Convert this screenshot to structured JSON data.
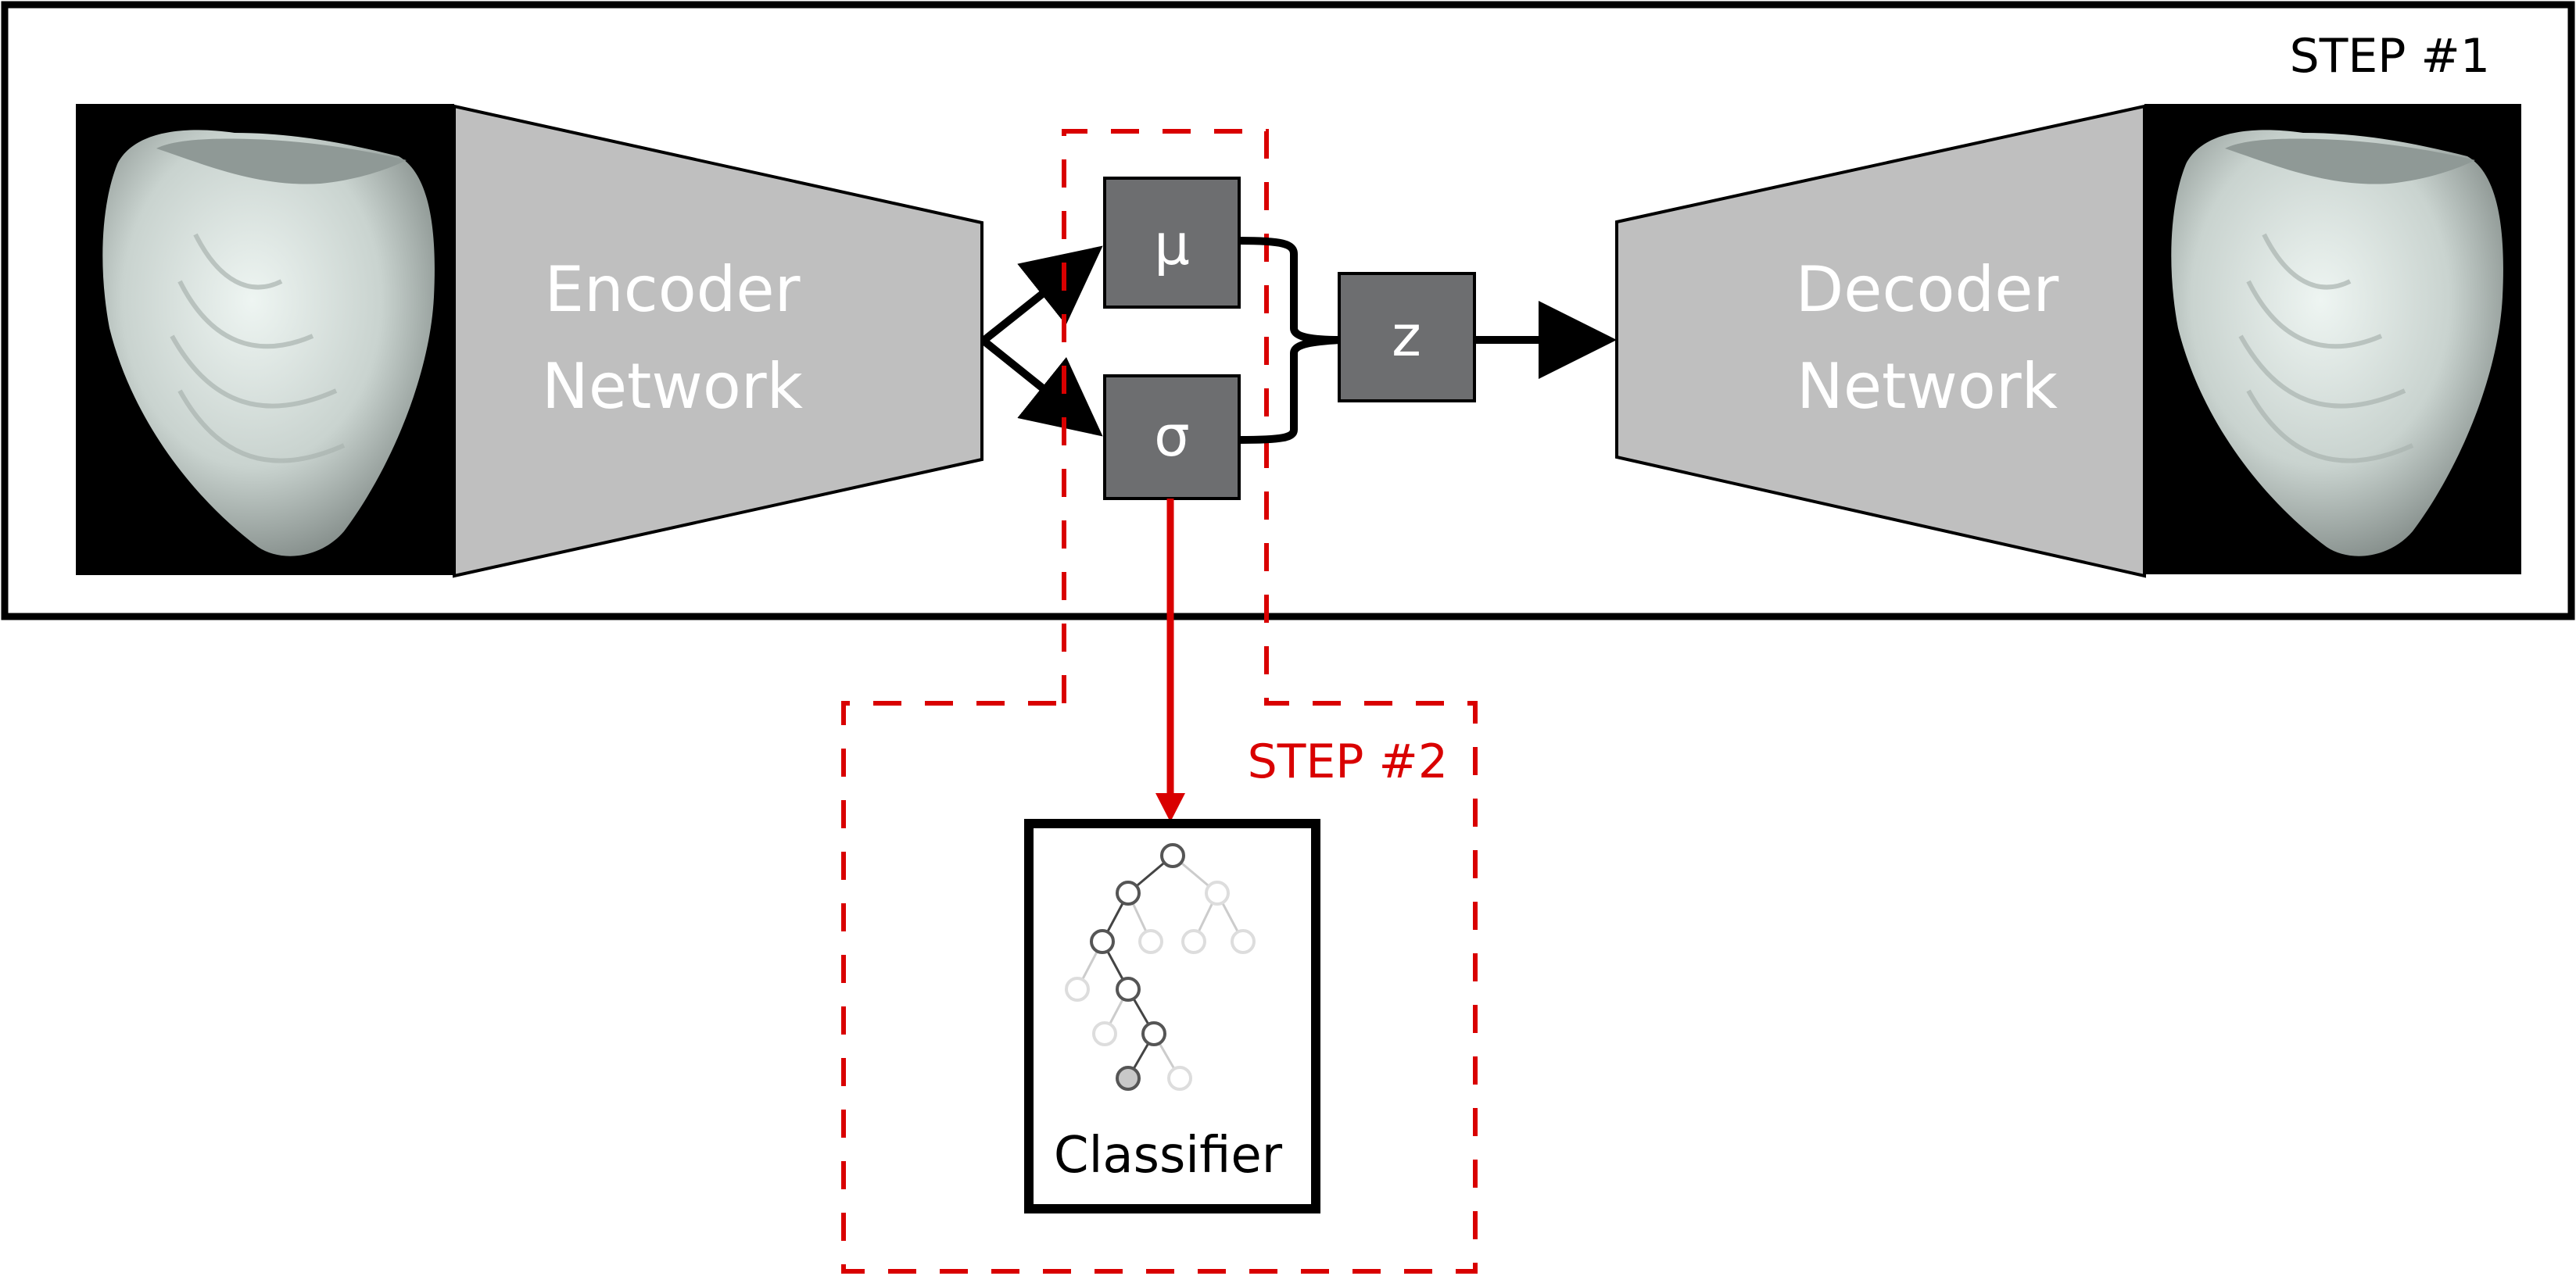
{
  "step1": {
    "label": "STEP #1"
  },
  "step2": {
    "label": "STEP #2"
  },
  "encoder": {
    "line1": "Encoder",
    "line2": "Network"
  },
  "decoder": {
    "line1": "Decoder",
    "line2": "Network"
  },
  "latent": {
    "mu": "μ",
    "sigma": "σ",
    "z": "z"
  },
  "classifier": {
    "label": "Classifier"
  },
  "colors": {
    "frame": "#000000",
    "trapezoid": "#bfbfbf",
    "latent_box": "#6d6e70",
    "step2_red": "#d90000",
    "heart_bg": "#000000",
    "heart_surface": "#d6e0dc"
  },
  "images": {
    "input_heart": "3D left-ventricle mesh (input)",
    "output_heart": "3D left-ventricle mesh (reconstruction)",
    "tree_icon": "decision-tree"
  }
}
